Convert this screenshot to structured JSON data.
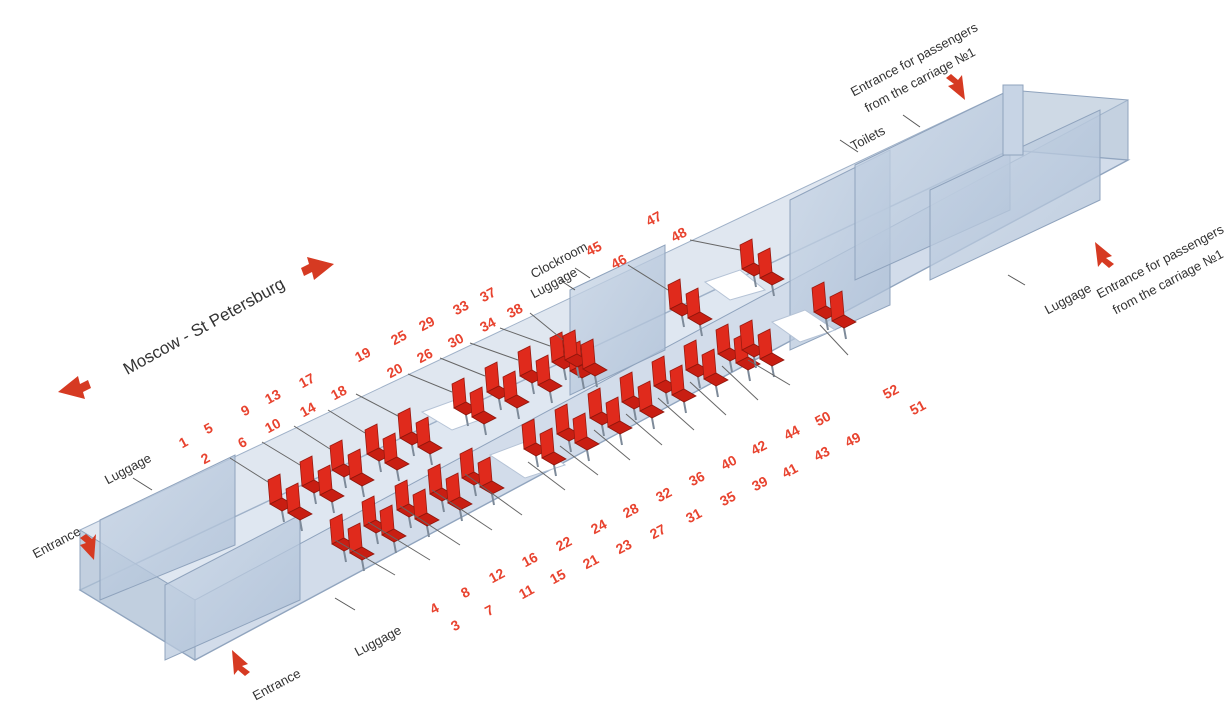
{
  "title": "Moscow - St Petersburg",
  "labels": {
    "luggage": "Luggage",
    "entrance": "Entrance",
    "toilets": "Toilets",
    "clockroom": "Clockroom",
    "entrance_carriage": "Entrance for passengers",
    "entrance_carriage_2": "from the carriage №1"
  },
  "colors": {
    "seat": "#e02a1c",
    "seat_number": "#e8432f",
    "arrow": "#d63a22",
    "carriage_glass": "#b9c8dc",
    "carriage_edge": "#8fa3bd"
  },
  "seats": [
    "1",
    "2",
    "3",
    "4",
    "5",
    "6",
    "7",
    "8",
    "9",
    "10",
    "11",
    "12",
    "13",
    "14",
    "15",
    "16",
    "17",
    "18",
    "19",
    "20",
    "21",
    "22",
    "23",
    "24",
    "25",
    "26",
    "27",
    "28",
    "29",
    "30",
    "31",
    "32",
    "33",
    "34",
    "35",
    "36",
    "37",
    "38",
    "39",
    "40",
    "41",
    "42",
    "43",
    "44",
    "45",
    "46",
    "47",
    "48",
    "49",
    "50",
    "51",
    "52"
  ]
}
